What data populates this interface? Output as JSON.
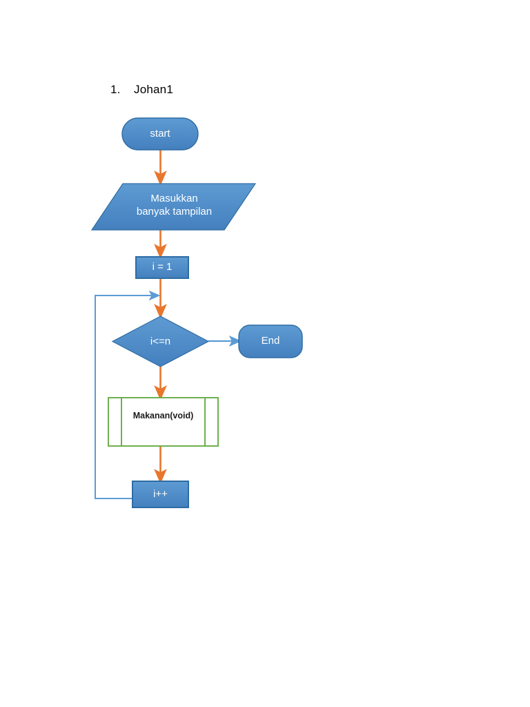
{
  "document": {
    "list_number": "1.",
    "title": "Johan1"
  },
  "colors": {
    "node_fill": "#4A86C8",
    "node_stroke": "#2E6CA4",
    "flow_arrow": "#E8762C",
    "loop_arrow": "#5B9BD5",
    "subroutine_stroke": "#5FA83C",
    "subroutine_fill": "#FFFFFF",
    "text_light": "#FFFFFF",
    "text_dark": "#1A1A1A",
    "page_background": "#FFFFFF"
  },
  "flowchart": {
    "type": "flowchart",
    "nodes": [
      {
        "id": "start",
        "shape": "terminator",
        "label": "start",
        "fill": "#4A86C8",
        "text_color": "#FFFFFF"
      },
      {
        "id": "input",
        "shape": "parallelogram",
        "label": "Masukkan\nbanyak tampilan",
        "fill": "#4A86C8",
        "text_color": "#FFFFFF"
      },
      {
        "id": "init",
        "shape": "process",
        "label": "i = 1",
        "fill": "#4A86C8",
        "text_color": "#FFFFFF"
      },
      {
        "id": "condition",
        "shape": "decision",
        "label": "i<=n",
        "fill": "#4A86C8",
        "text_color": "#FFFFFF"
      },
      {
        "id": "end",
        "shape": "terminator",
        "label": "End",
        "fill": "#4A86C8",
        "text_color": "#FFFFFF"
      },
      {
        "id": "call",
        "shape": "predefined-process",
        "label": "Makanan(void)",
        "fill": "#FFFFFF",
        "text_color": "#1A1A1A"
      },
      {
        "id": "increment",
        "shape": "process",
        "label": "i++",
        "fill": "#4A86C8",
        "text_color": "#FFFFFF"
      }
    ],
    "edges": [
      {
        "id": "start-to-input",
        "from": "start",
        "to": "input",
        "color": "#E8762C",
        "label": ""
      },
      {
        "id": "input-to-init",
        "from": "input",
        "to": "init",
        "color": "#E8762C",
        "label": ""
      },
      {
        "id": "init-to-condition",
        "from": "init",
        "to": "condition",
        "color": "#E8762C",
        "label": ""
      },
      {
        "id": "condition-to-end",
        "from": "condition",
        "to": "end",
        "color": "#5B9BD5",
        "label": ""
      },
      {
        "id": "condition-to-call",
        "from": "condition",
        "to": "call",
        "color": "#E8762C",
        "label": ""
      },
      {
        "id": "call-to-increment",
        "from": "call",
        "to": "increment",
        "color": "#E8762C",
        "label": ""
      },
      {
        "id": "increment-to-condition",
        "from": "increment",
        "to": "condition",
        "color": "#5B9BD5",
        "label": ""
      }
    ]
  }
}
